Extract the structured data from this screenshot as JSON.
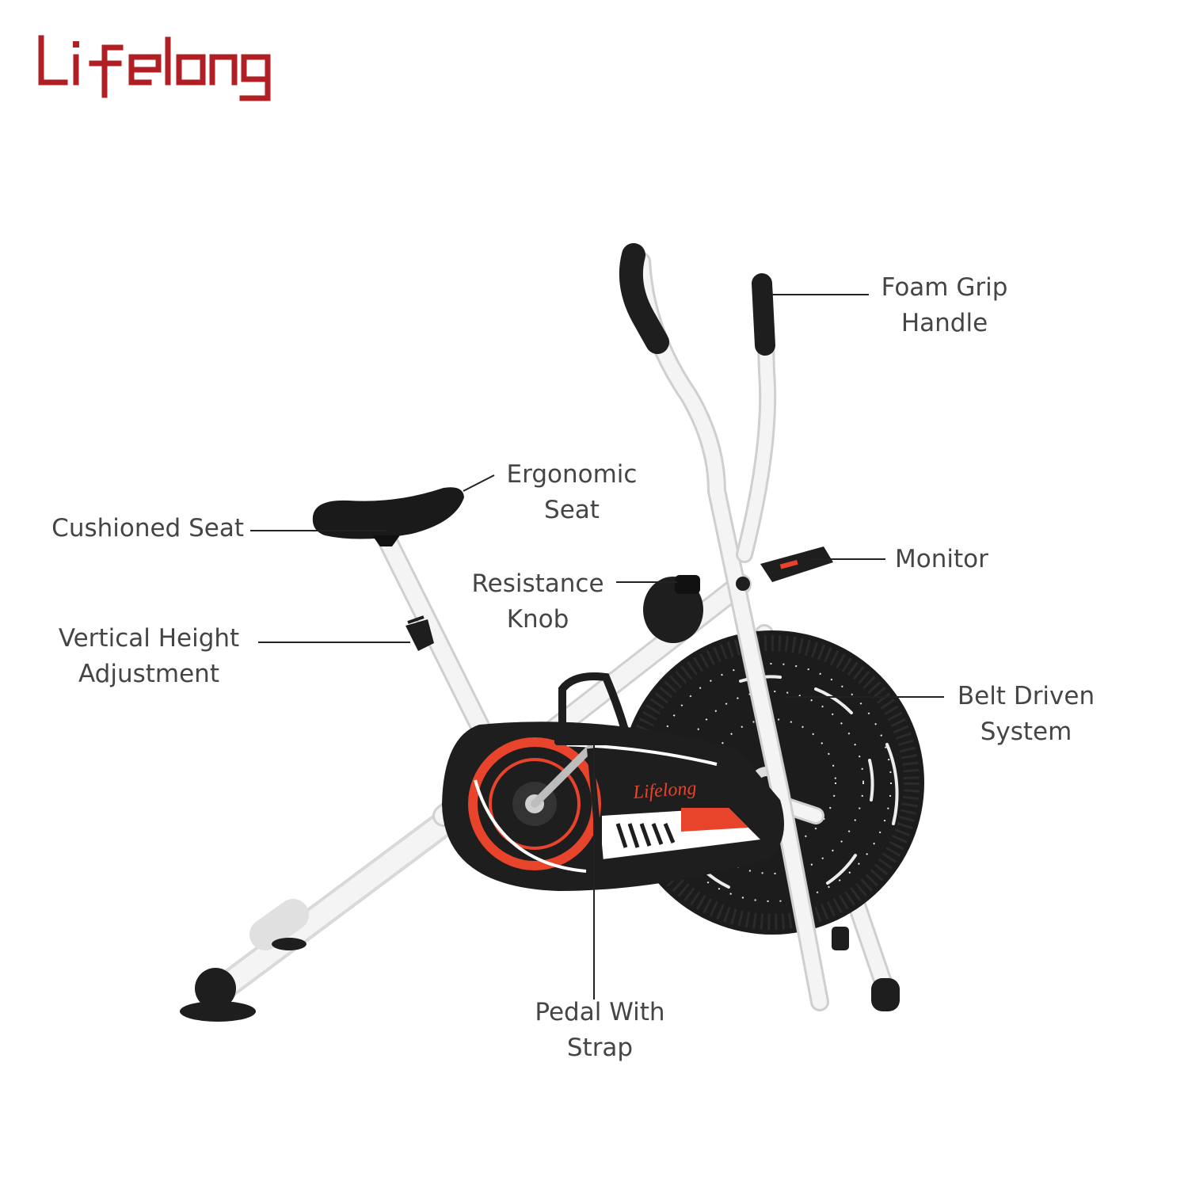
{
  "brand": {
    "logo_text": "Lifelong",
    "logo_color": "#b01f24",
    "frame_logo_text": "Lifelong"
  },
  "colors": {
    "frame": "#f4f4f4",
    "frame_shade": "#d9d9d9",
    "rubber": "#1e1e1e",
    "accent": "#e8432b",
    "label_text": "#454545",
    "leader_line": "#222222"
  },
  "labels": {
    "foam_grip": {
      "line1": "Foam Grip",
      "line2": "Handle"
    },
    "ergonomic_seat": {
      "line1": "Ergonomic",
      "line2": "Seat"
    },
    "cushioned_seat": {
      "line1": "Cushioned Seat"
    },
    "monitor": {
      "line1": "Monitor"
    },
    "resistance_knob": {
      "line1": "Resistance",
      "line2": "Knob"
    },
    "vertical_height": {
      "line1": "Vertical Height",
      "line2": "Adjustment"
    },
    "belt_driven": {
      "line1": "Belt Driven",
      "line2": "System"
    },
    "pedal_strap": {
      "line1": "Pedal With",
      "line2": "Strap"
    }
  }
}
